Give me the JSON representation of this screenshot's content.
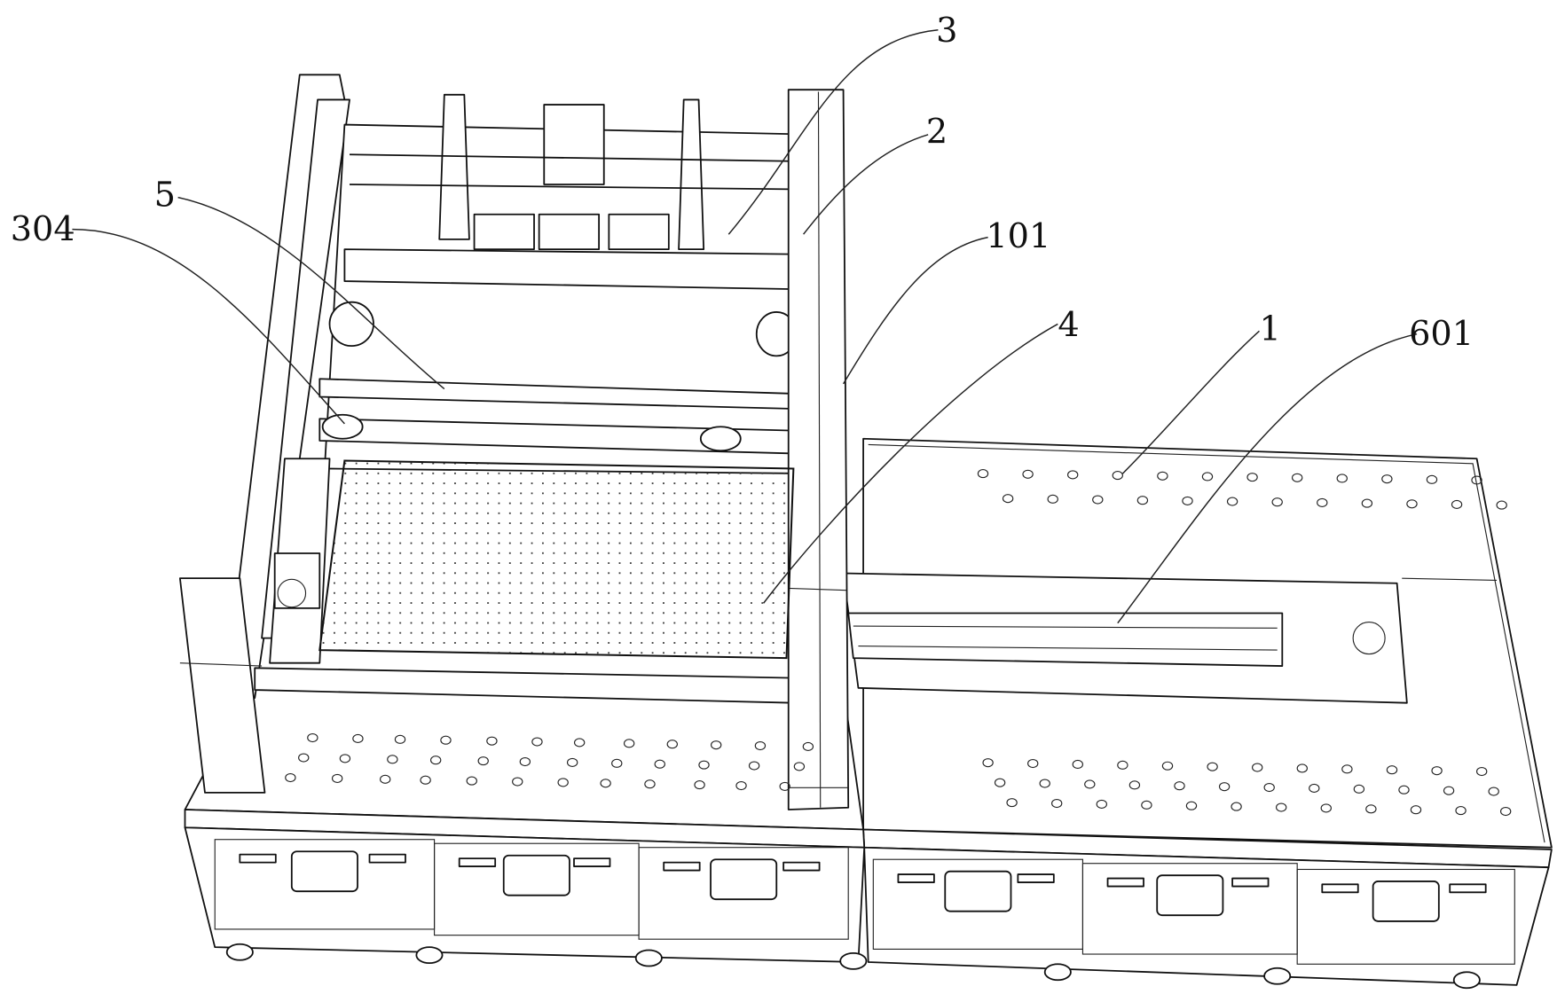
{
  "figure": {
    "type": "patent-line-drawing",
    "reference_labels": [
      {
        "id": "3",
        "text": "3"
      },
      {
        "id": "2",
        "text": "2"
      },
      {
        "id": "5",
        "text": "5"
      },
      {
        "id": "304",
        "text": "304"
      },
      {
        "id": "101",
        "text": "101"
      },
      {
        "id": "4",
        "text": "4"
      },
      {
        "id": "1",
        "text": "1"
      },
      {
        "id": "601",
        "text": "601"
      }
    ]
  }
}
